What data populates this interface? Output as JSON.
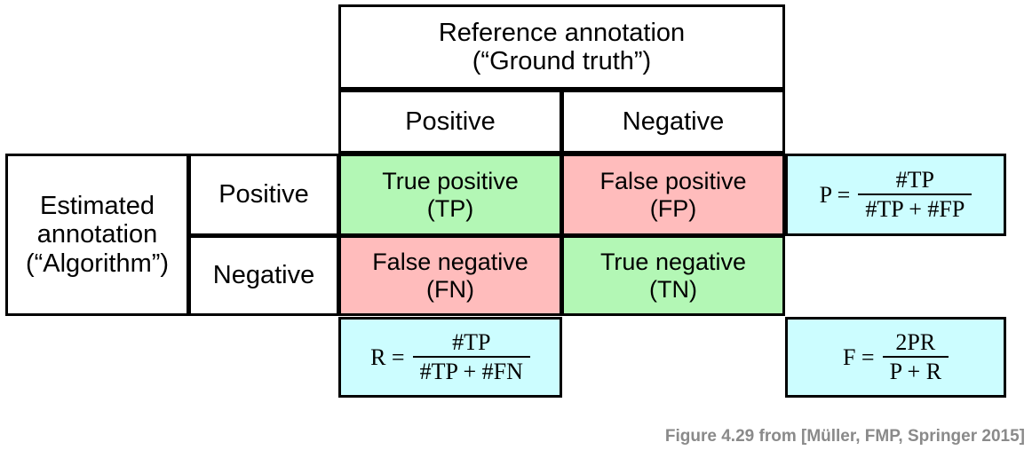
{
  "figure": {
    "type": "confusion-matrix",
    "caption": "Figure 4.29 from [Müller, FMP, Springer 2015]"
  },
  "colors": {
    "true_cell": "#b3f7b5",
    "false_cell": "#ffbcbc",
    "formula_cell": "#ccfdff",
    "border": "#000000",
    "caption_text": "#8a8a8a"
  },
  "header": {
    "reference_line1": "Reference annotation",
    "reference_line2": "(“Ground truth”)",
    "columns": [
      "Positive",
      "Negative"
    ]
  },
  "stub": {
    "estimated_line1": "Estimated",
    "estimated_line2": "annotation",
    "estimated_line3": "(“Algorithm”)",
    "rows": [
      "Positive",
      "Negative"
    ]
  },
  "matrix": {
    "cells": [
      {
        "id": "tp",
        "line1": "True positive",
        "line2": "(TP)",
        "color": "#b3f7b5"
      },
      {
        "id": "fp",
        "line1": "False positive",
        "line2": "(FP)",
        "color": "#ffbcbc"
      },
      {
        "id": "fn",
        "line1": "False negative",
        "line2": "(FN)",
        "color": "#ffbcbc"
      },
      {
        "id": "tn",
        "line1": "True negative",
        "line2": "(TN)",
        "color": "#b3f7b5"
      }
    ]
  },
  "formulas": {
    "precision": {
      "lhs": "P =",
      "numerator": "#TP",
      "denominator": "#TP + #FP"
    },
    "recall": {
      "lhs": "R =",
      "numerator": "#TP",
      "denominator": "#TP + #FN"
    },
    "fmeasure": {
      "lhs": "F =",
      "numerator": "2PR",
      "denominator": "P + R"
    }
  }
}
